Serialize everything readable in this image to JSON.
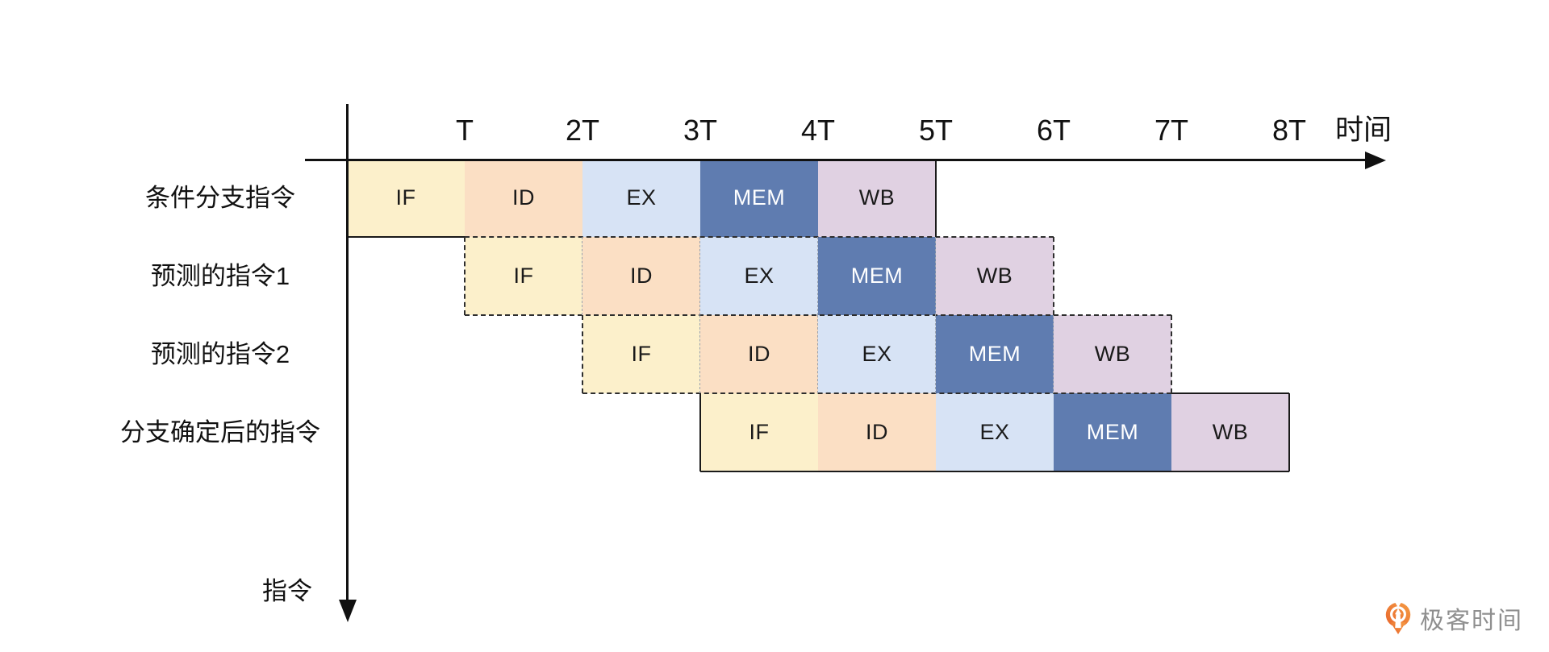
{
  "axis": {
    "time_label": "时间",
    "instruction_label": "指令",
    "ticks": [
      "T",
      "2T",
      "3T",
      "4T",
      "5T",
      "6T",
      "7T",
      "8T"
    ]
  },
  "stages": [
    {
      "label": "IF",
      "fill": "#FCF0CB",
      "text_color": "#1a1a1a"
    },
    {
      "label": "ID",
      "fill": "#FBDFC4",
      "text_color": "#1a1a1a"
    },
    {
      "label": "EX",
      "fill": "#D7E3F5",
      "text_color": "#1a1a1a"
    },
    {
      "label": "MEM",
      "fill": "#5F7CB0",
      "text_color": "#ffffff"
    },
    {
      "label": "WB",
      "fill": "#E0D1E2",
      "text_color": "#1a1a1a"
    }
  ],
  "rows": [
    {
      "label": "条件分支指令",
      "start_cycle": 0,
      "outline": "solid"
    },
    {
      "label": "预测的指令1",
      "start_cycle": 1,
      "outline": "dashed"
    },
    {
      "label": "预测的指令2",
      "start_cycle": 2,
      "outline": "dashed"
    },
    {
      "label": "分支确定后的指令",
      "start_cycle": 3,
      "outline": "solid"
    }
  ],
  "watermark": {
    "text": "极客时间",
    "text_color": "#8f8f8f",
    "logo_color": "#EE7B2E",
    "logo_color_light": "#F59C44"
  },
  "chart_data": {
    "type": "table",
    "title": "",
    "x_ticks": [
      "T",
      "2T",
      "3T",
      "4T",
      "5T",
      "6T",
      "7T",
      "8T"
    ],
    "x_axis_label": "时间",
    "y_axis_label": "指令",
    "stage_sequence": [
      "IF",
      "ID",
      "EX",
      "MEM",
      "WB"
    ],
    "rows": [
      {
        "name": "条件分支指令",
        "start_cycle": 0,
        "speculative": false
      },
      {
        "name": "预测的指令1",
        "start_cycle": 1,
        "speculative": true
      },
      {
        "name": "预测的指令2",
        "start_cycle": 2,
        "speculative": true
      },
      {
        "name": "分支确定后的指令",
        "start_cycle": 3,
        "speculative": false
      }
    ]
  }
}
